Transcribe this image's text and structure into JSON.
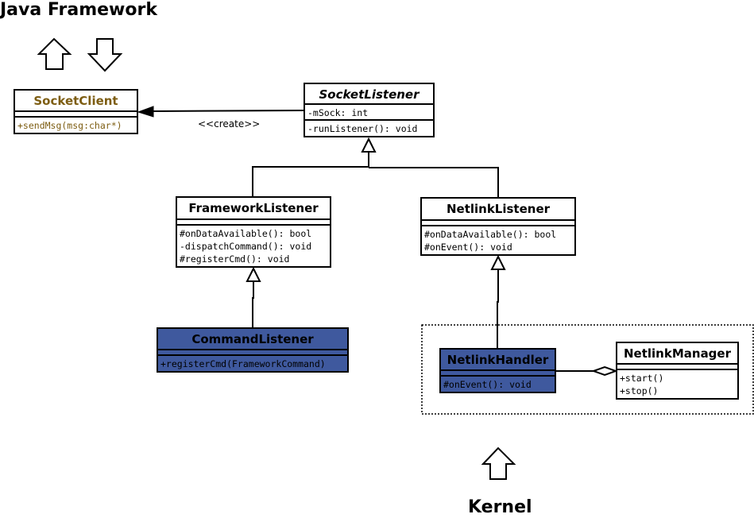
{
  "headings": {
    "top": "Java Framework",
    "bottom": "Kernel"
  },
  "classes": {
    "socket_client": {
      "name": "SocketClient",
      "attributes": [],
      "operations": [
        "+sendMsg(msg:char*)"
      ]
    },
    "socket_listener": {
      "name": "SocketListener",
      "attributes": [
        "-mSock: int"
      ],
      "operations": [
        "-runListener(): void"
      ]
    },
    "framework_listener": {
      "name": "FrameworkListener",
      "attributes": [],
      "operations": [
        "#onDataAvailable(): bool",
        "-dispatchCommand(): void",
        "#registerCmd(): void"
      ]
    },
    "netlink_listener": {
      "name": "NetlinkListener",
      "attributes": [],
      "operations": [
        "#onDataAvailable(): bool",
        "#onEvent(): void"
      ]
    },
    "command_listener": {
      "name": "CommandListener",
      "attributes": [],
      "operations": [
        "+registerCmd(FrameworkCommand)"
      ]
    },
    "netlink_handler": {
      "name": "NetlinkHandler",
      "attributes": [],
      "operations": [
        "#onEvent(): void"
      ]
    },
    "netlink_manager": {
      "name": "NetlinkManager",
      "attributes": [],
      "operations": [
        "+start()",
        "+stop()"
      ]
    }
  },
  "relations": {
    "create_label": "<<create>>"
  },
  "colors": {
    "blue_fill": "#3f599e",
    "gold_text": "#7d5d12",
    "line": "#000000"
  },
  "icons": [
    "up-arrow-icon",
    "down-arrow-icon"
  ]
}
